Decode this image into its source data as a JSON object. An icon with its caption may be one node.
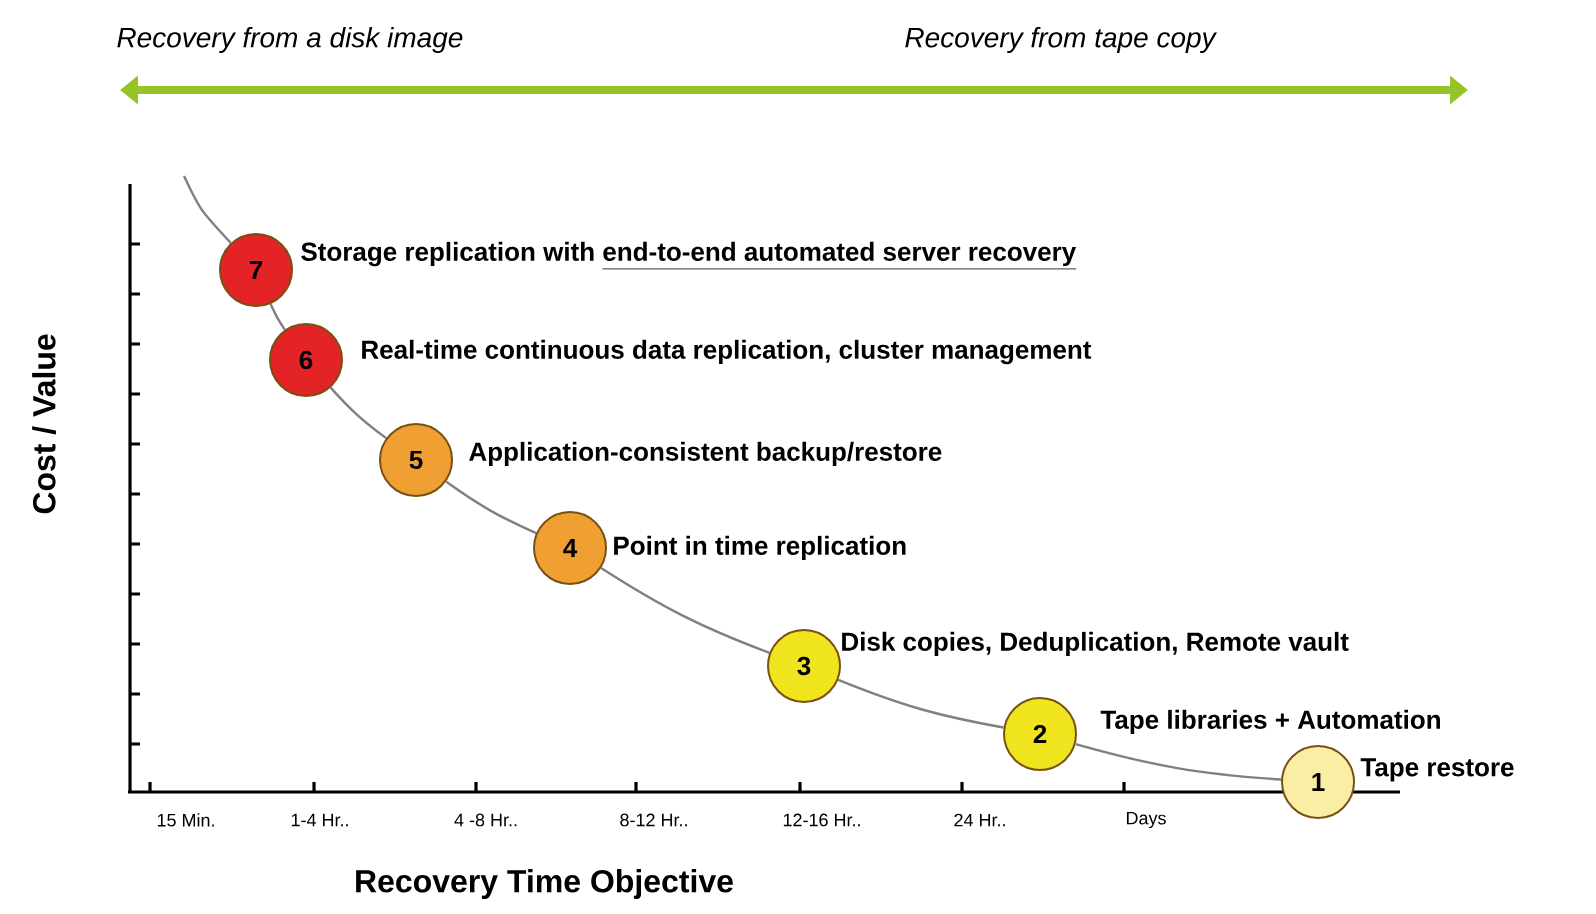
{
  "diagram": {
    "nodes": [
      {
        "text": [
          "7"
        ],
        "beside": [
          "Storage replication with",
          "end-to-end automated server recovery"
        ]
      },
      {
        "text": [
          "6"
        ],
        "beside": [
          "Real-time continuous data replication, cluster management"
        ]
      },
      {
        "text": [
          "5"
        ],
        "beside": [
          "Application-consistent backup/restore"
        ]
      },
      {
        "text": [
          "4"
        ],
        "beside": [
          "Point in time replication"
        ]
      },
      {
        "text": [
          "3"
        ],
        "beside": [
          "Disk copies, Deduplication, Remote vault"
        ]
      },
      {
        "text": [
          "2"
        ],
        "beside": [
          "Tape libraries + Automation"
        ]
      },
      {
        "text": [
          "1"
        ],
        "beside": [
          "Tape restore"
        ]
      }
    ],
    "edges": [
      {
        "from": 0,
        "to": 1,
        "arrow": "none"
      },
      {
        "from": 1,
        "to": 2,
        "arrow": "none"
      },
      {
        "from": 2,
        "to": 3,
        "arrow": "none"
      },
      {
        "from": 3,
        "to": 4,
        "arrow": "none"
      },
      {
        "from": 4,
        "to": 5,
        "arrow": "none"
      },
      {
        "from": 5,
        "to": 6,
        "arrow": "none"
      }
    ],
    "labels": [
      "Recovery from a disk image",
      "Recovery from tape copy",
      "Cost / Value",
      "15 Min.",
      "1-4 Hr..",
      "4 -8 Hr..",
      "8-12 Hr..",
      "12-16 Hr..",
      "24 Hr..",
      "Days",
      "Recovery Time Objective"
    ]
  }
}
